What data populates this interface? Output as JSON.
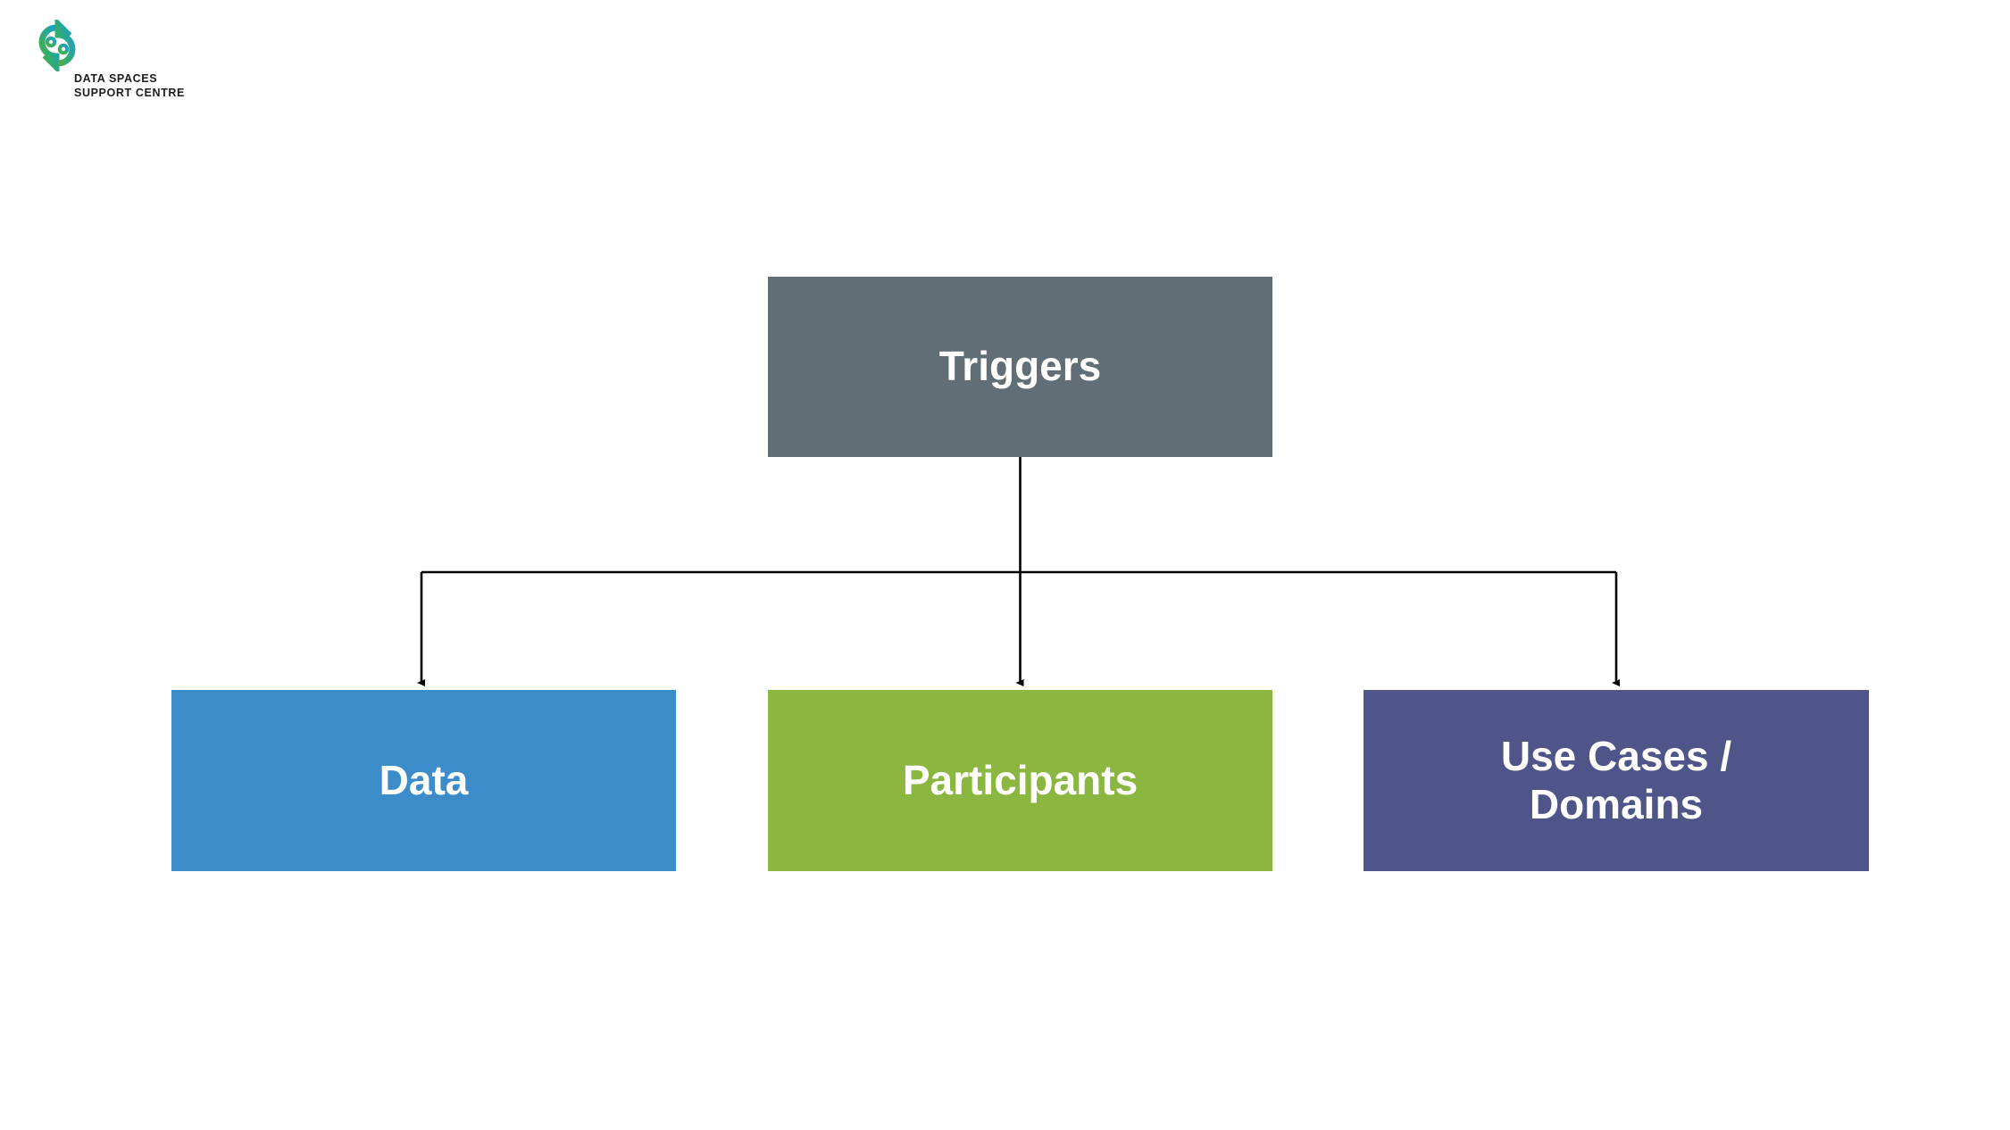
{
  "brand": {
    "logo_icon": "data-spaces-support-centre-logo-icon",
    "name_line1": "DATA SPACES",
    "name_line2": "SUPPORT CENTRE",
    "gradient_start": "#5eb245",
    "gradient_end": "#1b9dd9",
    "text_color": "#1d1d1b"
  },
  "diagram": {
    "type": "hierarchy",
    "orientation": "top-down",
    "root": {
      "id": "triggers",
      "label": "Triggers",
      "color": "#626e75",
      "text_color": "#ffffff"
    },
    "children": [
      {
        "id": "data",
        "label": "Data",
        "color": "#3c8cc9",
        "text_color": "#ffffff"
      },
      {
        "id": "participants",
        "label": "Participants",
        "color": "#8bb63f",
        "text_color": "#ffffff"
      },
      {
        "id": "use-cases-domains",
        "label": "Use Cases /\nDomains",
        "color": "#4f5489",
        "text_color": "#ffffff"
      }
    ],
    "connector": {
      "style": "elbow",
      "stroke": "#000000",
      "stroke_width": 2,
      "arrowhead": "filled-triangle"
    },
    "background": "#ffffff"
  }
}
